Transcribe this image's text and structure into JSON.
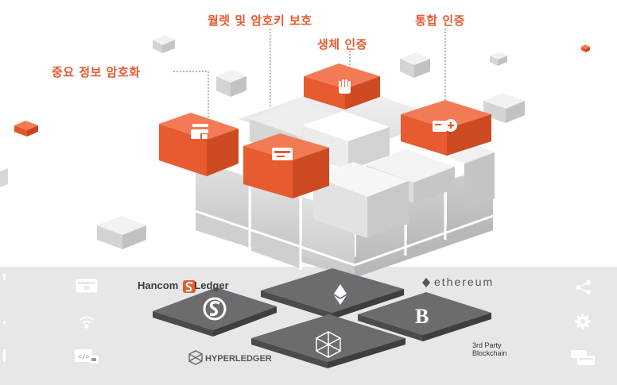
{
  "labels": {
    "wallet_key": "월렛 및 암호키 보호",
    "integrated_auth": "통합 인증",
    "biometric": "생체 인증",
    "encryption": "중요 정보 암호화"
  },
  "brands": {
    "hancom_prefix": "Hancom",
    "hancom_suffix": "Ledger",
    "ethereum": "ethereum",
    "third_party_line1": "3rd Party",
    "third_party_line2": "Blockchain",
    "hyperledger": "HYPERLEDGER",
    "bitcoin_letter": "B"
  },
  "colors": {
    "accent": "#e85a30",
    "cube_gray": "#d9d9d9",
    "tile_dark": "#5e6063",
    "band": "#e7e7e8"
  },
  "icons": [
    "card-lock-icon",
    "wifi-icon",
    "code-lock-icon",
    "share-icon",
    "gear-icon",
    "cards-icon",
    "hand-icon",
    "id-plus-icon",
    "lock-card-icon",
    "wallet-icon"
  ]
}
